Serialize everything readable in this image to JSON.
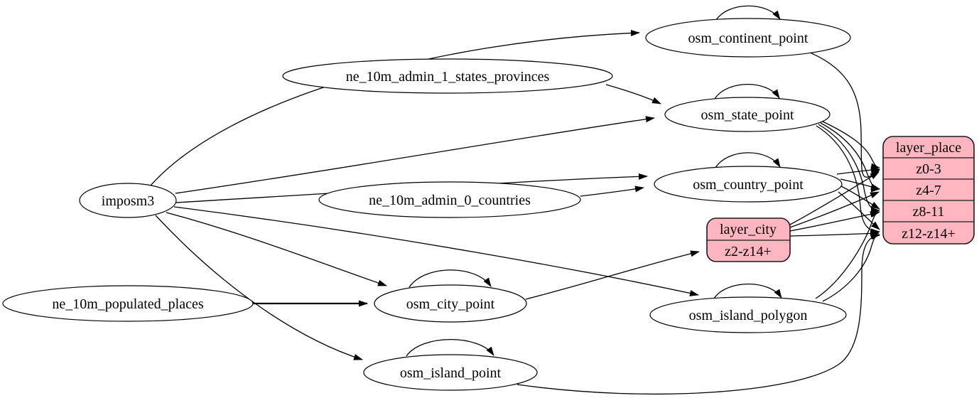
{
  "diagram": {
    "type": "graphviz-dependency-diagram",
    "background_color": "#ffffff",
    "node_fill_color": "#ffffff",
    "record_fill_color": "#ffb6c1",
    "edge_color": "#000000",
    "nodes": {
      "imposm3": "imposm3",
      "ne_10m_populated_places": "ne_10m_populated_places",
      "ne_10m_admin_1_states_provinces": "ne_10m_admin_1_states_provinces",
      "ne_10m_admin_0_countries": "ne_10m_admin_0_countries",
      "osm_continent_point": "osm_continent_point",
      "osm_state_point": "osm_state_point",
      "osm_country_point": "osm_country_point",
      "osm_city_point": "osm_city_point",
      "osm_island_polygon": "osm_island_polygon",
      "osm_island_point": "osm_island_point"
    },
    "records": {
      "layer_city": {
        "title": "layer_city",
        "rows": [
          "z2-z14+"
        ]
      },
      "layer_place": {
        "title": "layer_place",
        "rows": [
          "z0-3",
          "z4-7",
          "z8-11",
          "z12-z14+"
        ]
      }
    },
    "edges": [
      {
        "from": "imposm3",
        "to": "osm_continent_point"
      },
      {
        "from": "imposm3",
        "to": "osm_state_point"
      },
      {
        "from": "imposm3",
        "to": "osm_country_point"
      },
      {
        "from": "imposm3",
        "to": "osm_city_point"
      },
      {
        "from": "imposm3",
        "to": "osm_island_polygon"
      },
      {
        "from": "imposm3",
        "to": "osm_island_point"
      },
      {
        "from": "ne_10m_admin_1_states_provinces",
        "to": "osm_state_point"
      },
      {
        "from": "ne_10m_admin_0_countries",
        "to": "osm_country_point"
      },
      {
        "from": "ne_10m_populated_places",
        "to": "osm_city_point"
      },
      {
        "from": "osm_continent_point",
        "to": "osm_continent_point"
      },
      {
        "from": "osm_state_point",
        "to": "osm_state_point"
      },
      {
        "from": "osm_country_point",
        "to": "osm_country_point"
      },
      {
        "from": "osm_city_point",
        "to": "osm_city_point"
      },
      {
        "from": "osm_island_polygon",
        "to": "osm_island_polygon"
      },
      {
        "from": "osm_island_point",
        "to": "osm_island_point"
      },
      {
        "from": "osm_city_point",
        "to": "layer_city:z2-z14+"
      },
      {
        "from": "osm_continent_point",
        "to": "layer_place:z0-3"
      },
      {
        "from": "osm_state_point",
        "to": "layer_place:z0-3"
      },
      {
        "from": "osm_state_point",
        "to": "layer_place:z4-7"
      },
      {
        "from": "osm_state_point",
        "to": "layer_place:z8-11"
      },
      {
        "from": "osm_state_point",
        "to": "layer_place:z12-z14+"
      },
      {
        "from": "osm_country_point",
        "to": "layer_place:z0-3"
      },
      {
        "from": "osm_country_point",
        "to": "layer_place:z4-7"
      },
      {
        "from": "osm_country_point",
        "to": "layer_place:z8-11"
      },
      {
        "from": "osm_country_point",
        "to": "layer_place:z12-z14+"
      },
      {
        "from": "layer_city",
        "to": "layer_place:z0-3"
      },
      {
        "from": "layer_city",
        "to": "layer_place:z4-7"
      },
      {
        "from": "layer_city",
        "to": "layer_place:z8-11"
      },
      {
        "from": "layer_city",
        "to": "layer_place:z12-z14+"
      },
      {
        "from": "osm_island_polygon",
        "to": "layer_place:z8-11"
      },
      {
        "from": "osm_island_polygon",
        "to": "layer_place:z12-z14+"
      },
      {
        "from": "osm_island_point",
        "to": "layer_place:z12-z14+"
      }
    ]
  }
}
